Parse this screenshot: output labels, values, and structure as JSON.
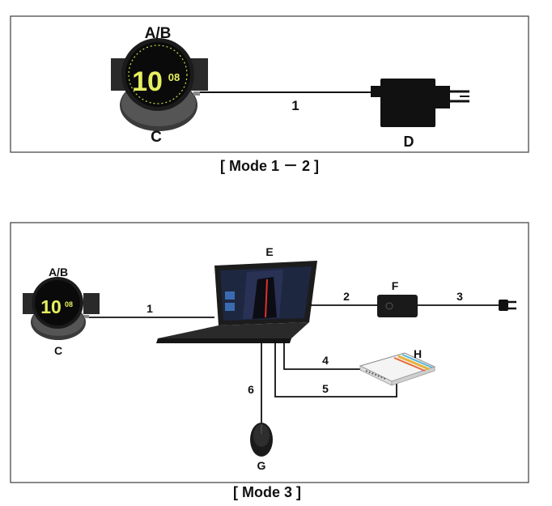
{
  "panels": [
    {
      "caption": "[ Mode 1 － 2 ]",
      "labels": {
        "watch": "A/B",
        "charger": "C",
        "adapter": "D",
        "cable_1": "1"
      }
    },
    {
      "caption": "[ Mode 3 ]",
      "labels": {
        "watch": "A/B",
        "charger": "C",
        "laptop": "E",
        "power_brick": "F",
        "hub": "H",
        "mouse": "G",
        "cable_1": "1",
        "cable_2": "2",
        "cable_3": "3",
        "cable_4": "4",
        "cable_5": "5",
        "cable_6": "6"
      }
    }
  ],
  "watch_face": {
    "hour": "10",
    "minute": "08"
  },
  "colors": {
    "frame": "#4a4a4a",
    "cable": "#111111",
    "watch_body": "#2b2b2b",
    "watch_accent": "#c8e04a",
    "hub_stripe": [
      "#e8b23a",
      "#58b8d8",
      "#e86a3a"
    ]
  }
}
